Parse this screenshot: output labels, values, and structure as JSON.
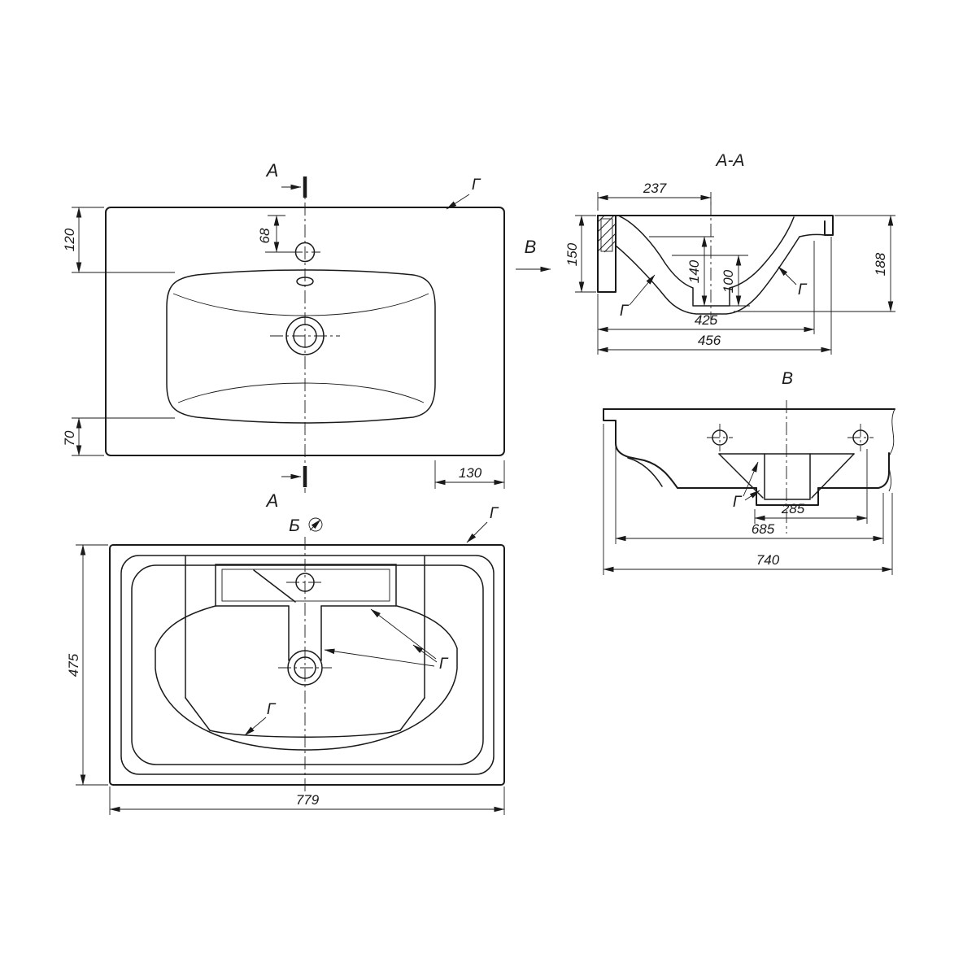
{
  "sheet": {
    "background": "#ffffff",
    "ink": "#1a1a1a"
  },
  "top_view": {
    "section_label_top": "А",
    "section_label_bottom": "А",
    "view_arrow_label": "В",
    "surface_label": "Г",
    "dims": {
      "front_edge_to_basin": "120",
      "front_edge_to_faucet": "68",
      "basin_to_back_edge": "70",
      "basin_to_right_edge": "130"
    }
  },
  "section_aa": {
    "title": "А-А",
    "surface_label_left": "Г",
    "surface_label_right": "Г",
    "dims": {
      "left_to_drain_center": "237",
      "left_flange_height": "150",
      "rim_to_drain_bottom": "140",
      "floor_to_drain_bottom": "100",
      "overall_height": "188",
      "inner_width": "425",
      "overall_width": "456"
    }
  },
  "view_b": {
    "title": "В",
    "surface_label": "Г",
    "dims": {
      "drain_offset": "285",
      "body_width": "685",
      "overall_width": "740"
    }
  },
  "bottom_view": {
    "title": "Б",
    "surface_label_top": "Г",
    "surface_label_mid": "Г",
    "surface_label_bottom": "Г",
    "dims": {
      "overall_depth": "475",
      "overall_width": "779"
    }
  }
}
